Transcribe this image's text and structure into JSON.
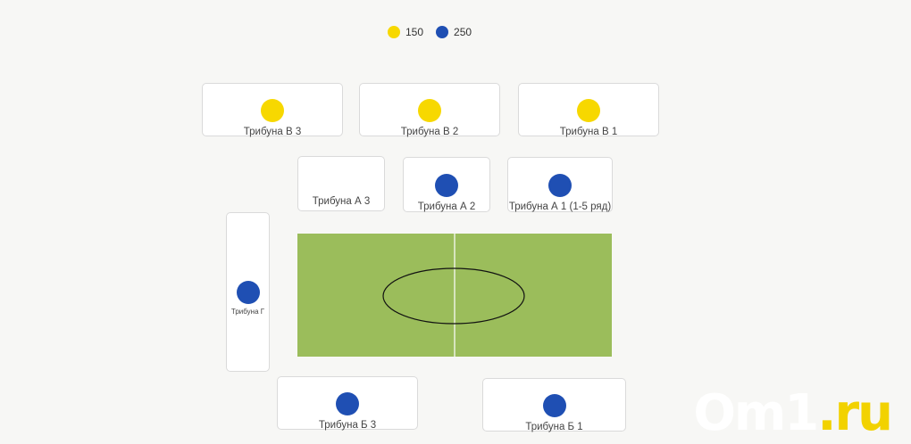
{
  "legend": [
    {
      "label": "150",
      "color": "#f7d800"
    },
    {
      "label": "250",
      "color": "#1f4fb3"
    }
  ],
  "stands": [
    {
      "id": "v3",
      "label": "Трибуна В 3",
      "price_color": "#f7d800"
    },
    {
      "id": "v2",
      "label": "Трибуна В 2",
      "price_color": "#f7d800"
    },
    {
      "id": "v1",
      "label": "Трибуна В 1",
      "price_color": "#f7d800"
    },
    {
      "id": "a3",
      "label": "Трибуна А 3",
      "price_color": null
    },
    {
      "id": "a2",
      "label": "Трибуна А 2",
      "price_color": "#1f4fb3"
    },
    {
      "id": "a1",
      "label": "Трибуна А 1 (1-5 ряд)",
      "price_color": "#1f4fb3"
    },
    {
      "id": "g",
      "label": "Трибуна Г",
      "price_color": "#1f4fb3"
    },
    {
      "id": "b3",
      "label": "Трибуна Б 3",
      "price_color": "#1f4fb3"
    },
    {
      "id": "b1",
      "label": "Трибуна Б 1",
      "price_color": "#1f4fb3"
    }
  ],
  "field": {
    "grass_color": "#9bbd5b",
    "line_color": "#ffffff"
  },
  "watermark": {
    "om": "Om1",
    "ru": ".ru"
  }
}
